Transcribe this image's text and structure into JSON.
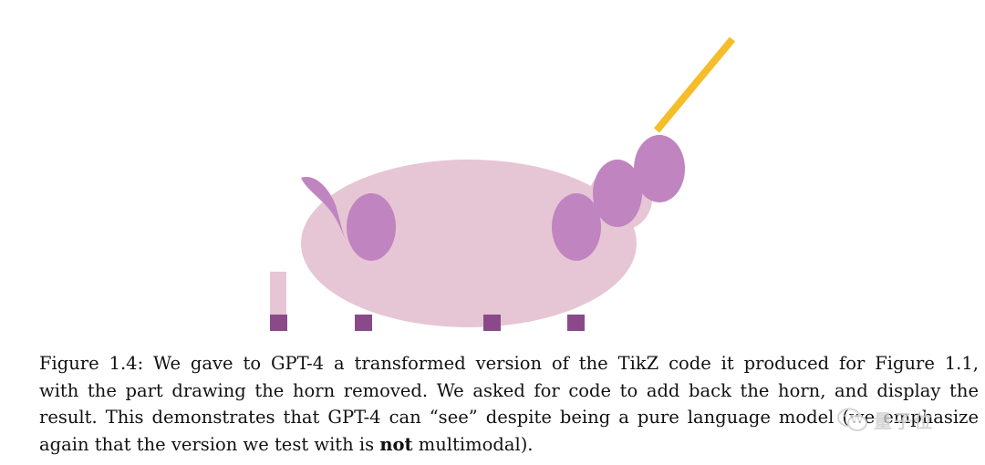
{
  "figure": {
    "colors": {
      "body": "#e6c6d4",
      "circles": "#c084c0",
      "feet": "#8a4a8a",
      "horn": "#f6bd2a",
      "tail": "#c084c0"
    },
    "icons": [
      "unicorn-drawing",
      "horn-line",
      "tail-shape"
    ]
  },
  "caption": {
    "line1": "Figure 1.4: We gave to GPT-4 a transformed version of the TikZ code it produced for Figure 1.1,",
    "line2": "with the part drawing the horn removed. We asked for code to add back the horn, and display the",
    "line3": "result. This demonstrates that GPT-4 can “see” despite being a pure language model (we emphasize",
    "line4_pre": "again that the version we test with is ",
    "line4_bold": "not",
    "line4_post": " multimodal)."
  },
  "watermark": {
    "text": "量子位",
    "icon": "wechat-icon"
  }
}
